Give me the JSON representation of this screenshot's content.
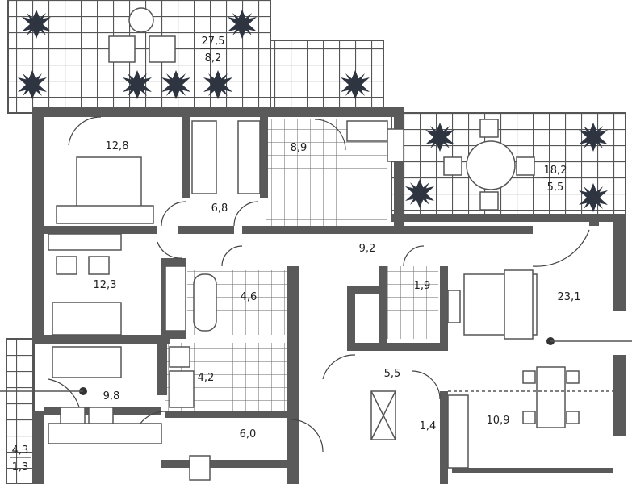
{
  "plan": {
    "title": "Apartment floor plan",
    "rooms": [
      {
        "id": "terrace-top",
        "area": "27,5",
        "sub": "8,2"
      },
      {
        "id": "bedroom-1",
        "area": "12,8"
      },
      {
        "id": "wardrobe",
        "area": "6,8"
      },
      {
        "id": "bathroom-1",
        "area": "8,9"
      },
      {
        "id": "terrace-right",
        "area": "18,2",
        "sub": "5,5"
      },
      {
        "id": "corridor",
        "area": "9,2"
      },
      {
        "id": "bedroom-2",
        "area": "12,3"
      },
      {
        "id": "bathroom-2",
        "area": "4,6"
      },
      {
        "id": "wc",
        "area": "1,9"
      },
      {
        "id": "living",
        "area": "23,1"
      },
      {
        "id": "bedroom-3",
        "area": "9,8"
      },
      {
        "id": "bathroom-3",
        "area": "4,2"
      },
      {
        "id": "hall",
        "area": "5,5"
      },
      {
        "id": "storage",
        "area": "1,4"
      },
      {
        "id": "kitchen",
        "area": "10,9"
      },
      {
        "id": "entry",
        "area": "6,0"
      },
      {
        "id": "balcony",
        "area": "4,3",
        "sub": "1,3"
      }
    ]
  },
  "colors": {
    "wall": "#5a5a5a",
    "tile": "#555555",
    "plant": "#2e3440"
  }
}
